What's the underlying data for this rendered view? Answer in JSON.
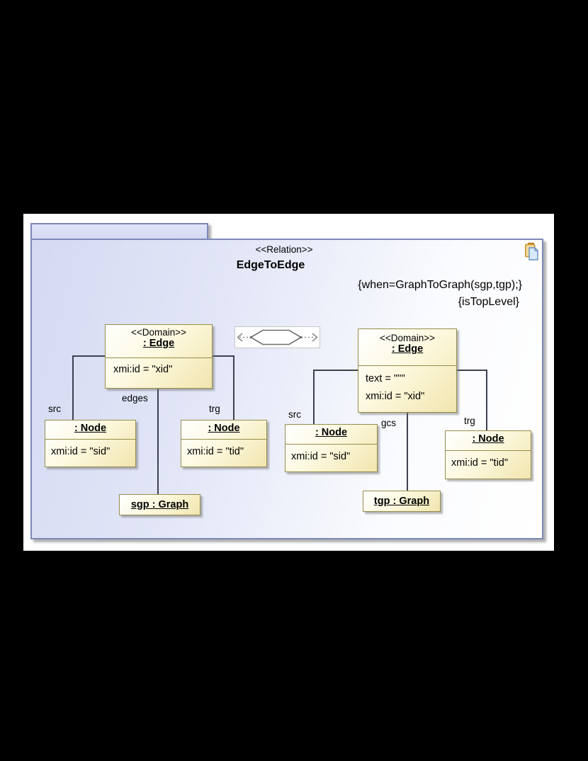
{
  "relation": {
    "stereotype": "<<Relation>>",
    "name": "EdgeToEdge",
    "when_clause": "{when=GraphToGraph(sgp,tgp);}",
    "top_level": "{isTopLevel}"
  },
  "source": {
    "domain": {
      "stereotype": "<<Domain>>",
      "name": ": Edge",
      "attr1": "xmi:id = \"xid\""
    },
    "src_node": {
      "role": "src",
      "name": ": Node",
      "attr": "xmi:id = \"sid\""
    },
    "trg_node": {
      "role": "trg",
      "name": ": Node",
      "attr": "xmi:id = \"tid\""
    },
    "edges_role": "edges",
    "graph": "sgp : Graph"
  },
  "target": {
    "domain": {
      "stereotype": "<<Domain>>",
      "name": ": Edge",
      "attr1": "text = \"''\"",
      "attr2": "xmi:id = \"xid\""
    },
    "src_node": {
      "role": "src",
      "name": ": Node",
      "attr": "xmi:id = \"sid\""
    },
    "trg_node": {
      "role": "trg",
      "name": ": Node",
      "attr": "xmi:id = \"tid\""
    },
    "gcs_role": "gcs",
    "graph": "tgp : Graph"
  },
  "icons": {
    "relation_symbol": "hexagon-relation-icon",
    "copy_icon": "copy-clipboard-icon"
  },
  "colors": {
    "background": "#000000",
    "canvas": "#ffffff",
    "package_border": "#7e89b8",
    "package_fill": "#d5daf2",
    "box_border": "#978d4b",
    "box_fill_light": "#ffffff",
    "box_fill_dark": "#f1e5ae",
    "connector": "#3d4152"
  }
}
